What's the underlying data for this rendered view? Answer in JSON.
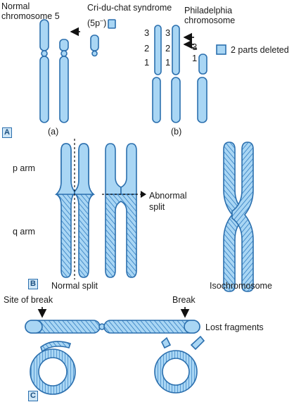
{
  "colors": {
    "fill": "#a9d6f4",
    "stroke": "#2b6fae",
    "hatch": "#2f7bc0",
    "tag_fill": "#cfe6f6"
  },
  "panel_a": {
    "tag": "A",
    "normal_chromosome_label": "Normal\nchromosome 5",
    "cri_du_chat_label": "Cri-du-chat syndrome",
    "cri_du_chat_sub": "(5p",
    "cri_du_chat_sup": "–",
    "cri_du_chat_close": ")",
    "philadelphia_label": "Philadelphia\nchromosome",
    "legend_label": "2 parts deleted",
    "sub_a": "(a)",
    "sub_b": "(b)",
    "bands_left": [
      "3",
      "2",
      "1"
    ],
    "bands_mid": [
      "3",
      "2",
      "1"
    ],
    "band_right_3": "3",
    "band_right_1": "1"
  },
  "panel_b": {
    "tag": "B",
    "p_arm": "p arm",
    "q_arm": "q arm",
    "abnormal_split": "Abnormal\nsplit",
    "normal_split": "Normal split",
    "isochromosome": "Isochromosome"
  },
  "panel_c": {
    "tag": "C",
    "site_of_break": "Site of break",
    "break": "Break",
    "lost_fragments": "Lost fragments"
  }
}
